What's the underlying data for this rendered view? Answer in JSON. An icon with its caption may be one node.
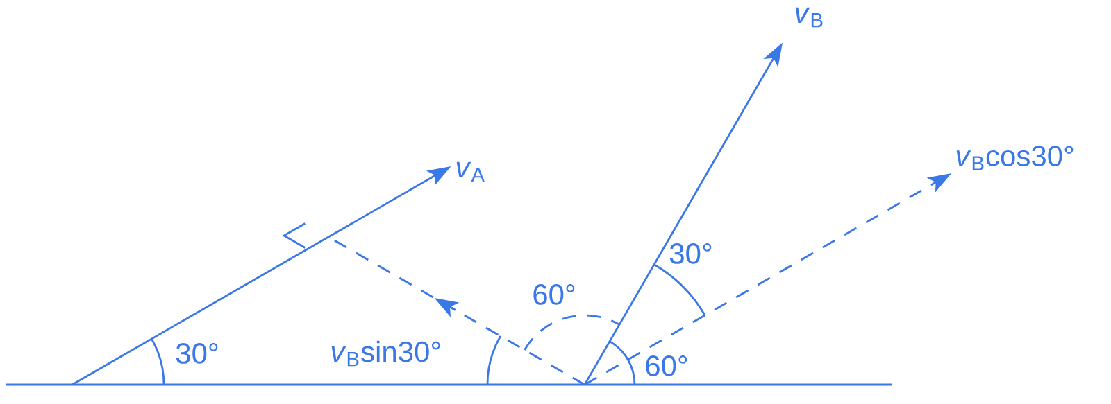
{
  "diagram": {
    "labels": [
      "*v*$_{B}$",
      "*v*$_{B}$cos30°",
      "*v*$_{A}$",
      "30°",
      "60°",
      "30°",
      "*v*$_{B}$sin30°",
      "60°"
    ]
  }
}
